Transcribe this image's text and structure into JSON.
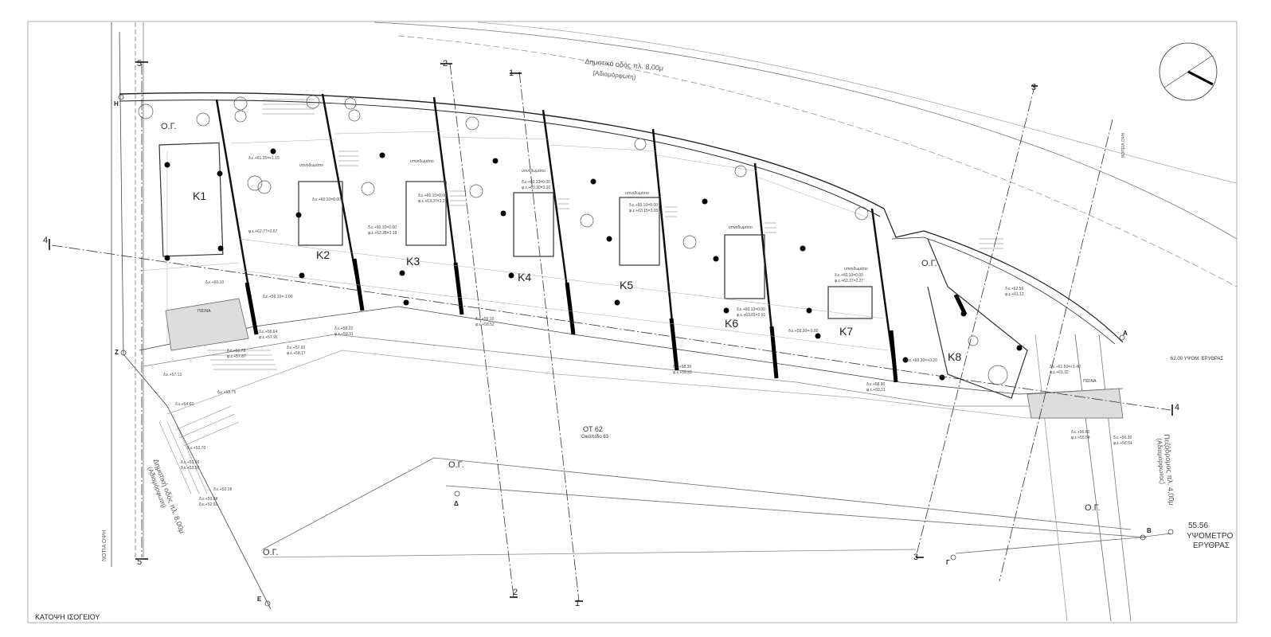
{
  "drawing_title": "ΚΑΤΟΨΗ ΙΣΟΓΕΙΟΥ",
  "south_view_label": "ΝΟΤΙΑ ΟΨΗ",
  "east_view_label": "ΒΟΡΕΙΑ ΟΨΗ",
  "block": {
    "label": "ΟΤ 62",
    "sublabel": "Οικόπεδο 63"
  },
  "roads": {
    "north": "Δημοτικό οδός  πλ. 8,00μ",
    "north_sub": "(Αδιαμόρφωτη)",
    "west": "Δημοτική οδός  πλ. 8,00μ",
    "west_sub": "(Αδιαμόρφωτη)",
    "east": "Πεζόδρομος  πλ. 4,00μ",
    "east_sub": "(Αδιαμόρφωτος)"
  },
  "reference": {
    "value": "55.56",
    "line1": "ΥΨΟΜΕΤΡΟ",
    "line2": "ΕΡΥΘΡΑΣ",
    "side": "62.00 ΥΨΟΜ. ΕΡΥΘΡΑΣ"
  },
  "units": [
    "K1",
    "K2",
    "K3",
    "K4",
    "K5",
    "K6",
    "K7",
    "K8"
  ],
  "og_label": "Ο.Γ.",
  "points": [
    "Α",
    "Β",
    "Γ",
    "Δ",
    "Ε",
    "Ζ",
    "Η"
  ],
  "sections": [
    "1",
    "2",
    "3",
    "4",
    "5"
  ],
  "ground": "ΠΙΣΙΝΑ",
  "elevations": [
    "δ.ε.+61.25=+1.15",
    "δ.ε.+60.10=0.00",
    "φ.ε.+62.77=2.67",
    "δ.ε.+60.10=0.00",
    "φ.ε.+63.28=3.18",
    "δ.ε.+60.10=0.00",
    "φ.ε.+63.37=3.27",
    "δ.ε.+60.10=0.00",
    "φ.ε.+63.30=3.20",
    "δ.ε.+60.10=0.00",
    "φ.ε.+63.15=3.05",
    "δ.ε.+60.10=0.00",
    "φ.ε.+63.01=2.91",
    "δ.ε.+60.10=0.00",
    "φ.ε.+62.37=2.27",
    "δ.ε.+59.10=-1.00",
    "δ.ε.+58.64",
    "φ.ε.+57.91",
    "δ.ε.+58.22",
    "φ.ε.+59.31",
    "δ.ε.+57.93",
    "φ.ε.+58.17",
    "δ.ε.+56.73",
    "φ.ε.+57.87",
    "δ.ε.+57.13",
    "δ.ε.+55.75",
    "δ.ε.+54.60",
    "δ.ε.+53.70",
    "δ.ε.+53.60",
    "δ.ε.+53.50",
    "δ.ε.+53.18",
    "δ.ε.+53.08",
    "δ.ε.+52.91",
    "δ.ε.+59.10",
    "φ.ε.+58.52",
    "δ.ε.+58.30",
    "φ.ε.+58.93",
    "δ.ε.+58.90",
    "φ.ε.+60.21",
    "δ.ε.+61.50=+1.40",
    "φ.ε.+61.32",
    "δ.ε.+62.56",
    "φ.ε.+61.12",
    "δ.ε.+56.60",
    "φ.ε.+55.54",
    "δ.ε.+56.30",
    "φ.ε.+56.54",
    "δ.ε.+60.10",
    "δ.ε.+59.30=-0.80",
    "δ.ε.+60.30=+0.20"
  ],
  "room_label": "υπνοδωμάτιο",
  "north_arrow": "north-arrow"
}
